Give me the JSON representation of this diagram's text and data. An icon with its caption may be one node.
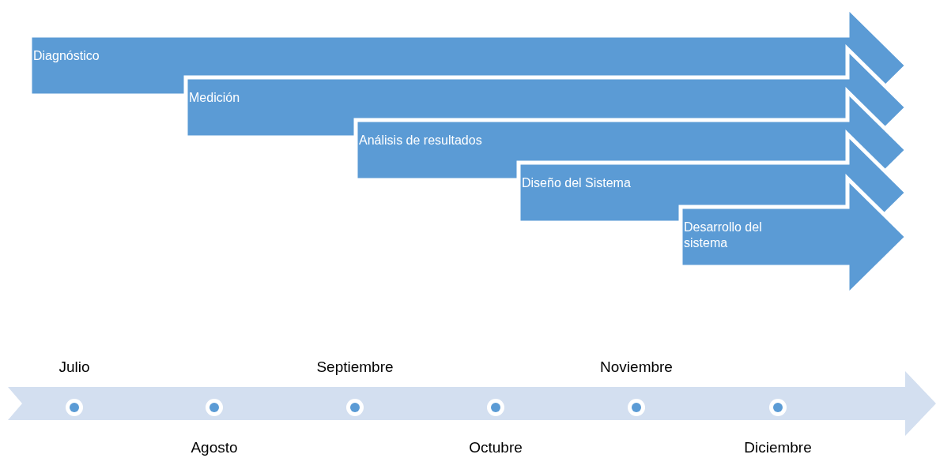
{
  "diagram": {
    "nodes": [
      {
        "text": [
          "Diagnóstico"
        ]
      },
      {
        "text": [
          "Medición"
        ]
      },
      {
        "text": [
          "Análisis de resultados"
        ]
      },
      {
        "text": [
          "Diseño del Sistema"
        ]
      },
      {
        "text": [
          "Desarrollo del sistema"
        ]
      }
    ],
    "labels": [
      "Julio",
      "Agosto",
      "Septiembre",
      "Octubre",
      "Noviembre",
      "Diciembre"
    ]
  }
}
